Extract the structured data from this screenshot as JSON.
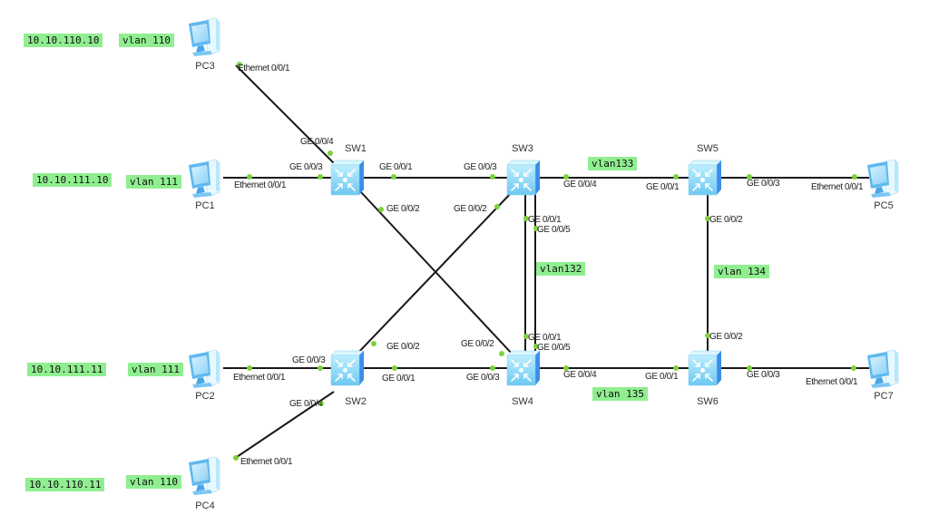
{
  "diagram": {
    "nodes": [
      {
        "id": "PC3",
        "label": "PC3",
        "type": "pc"
      },
      {
        "id": "PC1",
        "label": "PC1",
        "type": "pc"
      },
      {
        "id": "PC2",
        "label": "PC2",
        "type": "pc"
      },
      {
        "id": "PC4",
        "label": "PC4",
        "type": "pc"
      },
      {
        "id": "PC5",
        "label": "PC5",
        "type": "pc"
      },
      {
        "id": "PC7",
        "label": "PC7",
        "type": "pc"
      },
      {
        "id": "SW1",
        "label": "SW1",
        "type": "switch"
      },
      {
        "id": "SW2",
        "label": "SW2",
        "type": "switch"
      },
      {
        "id": "SW3",
        "label": "SW3",
        "type": "switch"
      },
      {
        "id": "SW4",
        "label": "SW4",
        "type": "switch"
      },
      {
        "id": "SW5",
        "label": "SW5",
        "type": "switch"
      },
      {
        "id": "SW6",
        "label": "SW6",
        "type": "switch"
      }
    ],
    "links": [
      {
        "from": "PC3",
        "from_port": "Ethernet 0/0/1",
        "to": "SW1",
        "to_port": "GE 0/0/4"
      },
      {
        "from": "PC1",
        "from_port": "Ethernet 0/0/1",
        "to": "SW1",
        "to_port": "GE 0/0/3"
      },
      {
        "from": "SW1",
        "from_port": "GE 0/0/1",
        "to": "SW3",
        "to_port": "GE 0/0/3"
      },
      {
        "from": "SW1",
        "from_port": "GE 0/0/2",
        "to": "SW4",
        "to_port": "GE 0/0/2"
      },
      {
        "from": "SW2",
        "from_port": "GE 0/0/2",
        "to": "SW3",
        "to_port": "GE 0/0/2"
      },
      {
        "from": "PC2",
        "from_port": "Ethernet 0/0/1",
        "to": "SW2",
        "to_port": "GE 0/0/3"
      },
      {
        "from": "PC4",
        "from_port": "Ethernet 0/0/1",
        "to": "SW2",
        "to_port": "GE 0/0/4"
      },
      {
        "from": "SW2",
        "from_port": "GE 0/0/1",
        "to": "SW4",
        "to_port": "GE 0/0/3"
      },
      {
        "from": "SW3",
        "from_port": "GE 0/0/1",
        "to": "SW4",
        "to_port": "GE 0/0/1"
      },
      {
        "from": "SW3",
        "from_port": "GE 0/0/5",
        "to": "SW4",
        "to_port": "GE 0/0/5"
      },
      {
        "from": "SW3",
        "from_port": "GE 0/0/4",
        "to": "SW5",
        "to_port": "GE 0/0/1"
      },
      {
        "from": "SW4",
        "from_port": "GE 0/0/4",
        "to": "SW6",
        "to_port": "GE 0/0/1"
      },
      {
        "from": "SW5",
        "from_port": "GE 0/0/2",
        "to": "SW6",
        "to_port": "GE 0/0/2"
      },
      {
        "from": "SW5",
        "from_port": "GE 0/0/3",
        "to": "PC5",
        "to_port": "Ethernet 0/0/1"
      },
      {
        "from": "SW6",
        "from_port": "GE 0/0/3",
        "to": "PC7",
        "to_port": "Ethernet 0/0/1"
      }
    ],
    "annotations": [
      {
        "id": "ip-pc3",
        "text": "10.10.110.10"
      },
      {
        "id": "vlan-pc3",
        "text": "vlan 110"
      },
      {
        "id": "ip-pc1",
        "text": "10.10.111.10"
      },
      {
        "id": "vlan-pc1",
        "text": "vlan 111"
      },
      {
        "id": "ip-pc2",
        "text": "10.10.111.11"
      },
      {
        "id": "vlan-pc2",
        "text": "vlan 111"
      },
      {
        "id": "ip-pc4",
        "text": "10.10.110.11"
      },
      {
        "id": "vlan-pc4",
        "text": "vlan 110"
      },
      {
        "id": "vlan-sw3-sw5",
        "text": "vlan133"
      },
      {
        "id": "vlan-sw3-sw4",
        "text": "vlan132"
      },
      {
        "id": "vlan-sw5-sw6",
        "text": "vlan 134"
      },
      {
        "id": "vlan-sw4-sw6",
        "text": "vlan 135"
      }
    ],
    "colors": {
      "port_dot": "#7cd23c",
      "annotation_bg": "#90ee90",
      "link": "#1a1a1a",
      "device_blue": "#8fd3f7"
    }
  }
}
